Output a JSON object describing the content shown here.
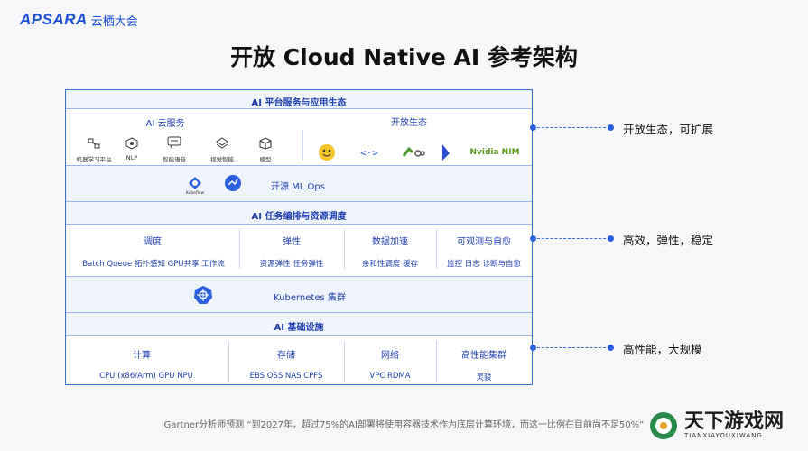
{
  "logo": {
    "brand": "APSARA",
    "sub": "云栖大会"
  },
  "title": "开放 Cloud Native AI 参考架构",
  "layer1": {
    "header": "AI 平台服务与应用生态",
    "ai_services": {
      "title": "AI 云服务",
      "items": [
        "机器学习平台",
        "NLP",
        "智能语音",
        "视觉智能",
        "模型"
      ]
    },
    "open_eco": {
      "title": "开放生态",
      "items": [
        "Nvidia NIM"
      ]
    }
  },
  "layer2": {
    "label": "开源 ML Ops",
    "kubeflow": "Kubeflow"
  },
  "layer3": {
    "header": "AI 任务编排与资源调度",
    "columns": [
      {
        "title": "调度",
        "items": "Batch  Queue  拓扑感知  GPU共享  工作流"
      },
      {
        "title": "弹性",
        "items": "资源弹性  任务弹性"
      },
      {
        "title": "数据加速",
        "items": "亲和性调度  缓存"
      },
      {
        "title": "可观测与自愈",
        "items": "监控  日志  诊断与自愈"
      }
    ]
  },
  "layer4": {
    "label": "Kubernetes 集群"
  },
  "layer5": {
    "header": "AI 基础设施",
    "columns": [
      {
        "title": "计算",
        "items": "CPU (x86/Arm)     GPU     NPU"
      },
      {
        "title": "存储",
        "items": "EBS   OSS   NAS   CPFS"
      },
      {
        "title": "网络",
        "items": "VPC  RDMA"
      },
      {
        "title": "高性能集群",
        "items": "灵骏"
      }
    ]
  },
  "notes": [
    "开放生态，可扩展",
    "高效，弹性，稳定",
    "高性能，大规模"
  ],
  "footer": "Gartner分析师预测 “到2027年，超过75%的AI部署将使用容器技术作为底层计算环境，而这一比例在目前尚不足50%”",
  "watermark": {
    "title": "天下游戏网",
    "sub": "TIANXIAYOUXIWANG"
  },
  "colors": {
    "accent": "#1f3fb0",
    "border": "#3a6fd8",
    "band": "#eef3fc"
  }
}
